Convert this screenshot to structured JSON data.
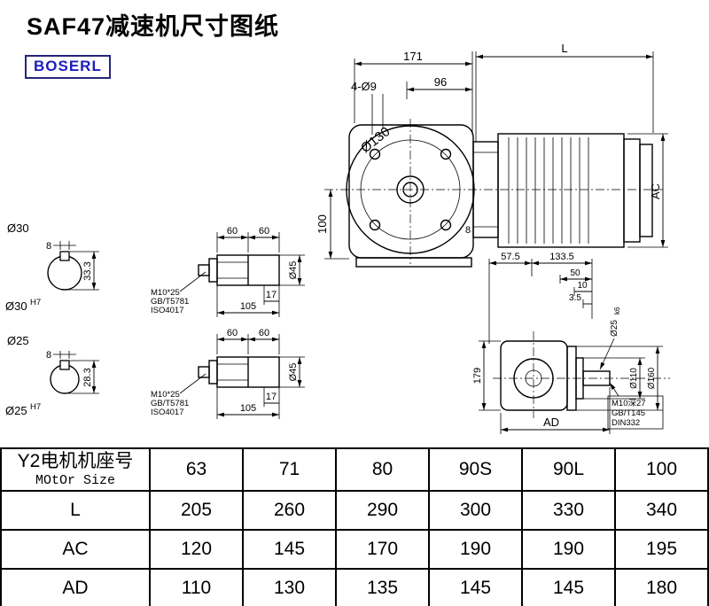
{
  "title": "SAF47减速机尺寸图纸",
  "logo": "BOSERL",
  "front_view": {
    "dim_171": "171",
    "dim_L": "L",
    "dim_96": "96",
    "label_holes": "4-Ø9",
    "label_d130": "Ø130",
    "dim_100": "100",
    "dim_AC": "AC",
    "dim_8": "8"
  },
  "shaft_section_1": {
    "d": "Ø30",
    "key_w": "8",
    "key_h": "33.3",
    "fit": "Ø30",
    "fit_sup": "H7"
  },
  "shaft_section_2": {
    "d": "Ø25",
    "key_w": "8",
    "key_h": "28.3",
    "fit": "Ø25",
    "fit_sup": "H7"
  },
  "shaft_view_1": {
    "dim_60a": "60",
    "dim_60b": "60",
    "dim_17": "17",
    "dim_105": "105",
    "dim_d45": "Ø45",
    "note_1": "M10*25",
    "note_2": "GB/T5781",
    "note_3": "ISO4017"
  },
  "shaft_view_2": {
    "dim_60a": "60",
    "dim_60b": "60",
    "dim_17": "17",
    "dim_105": "105",
    "dim_d45": "Ø45",
    "note_1": "M10*25",
    "note_2": "GB/T5781",
    "note_3": "ISO4017"
  },
  "side_view": {
    "dim_57_5": "57.5",
    "dim_133_5": "133.5",
    "dim_50": "50",
    "dim_10": "10",
    "dim_3_5": "3.5",
    "shaft_d": "Ø25",
    "shaft_d_tol": "k6",
    "dim_179": "179",
    "dim_d110": "Ø110",
    "dim_d160": "Ø160",
    "dim_AD": "AD",
    "note_1": "M10深27",
    "note_2": "GB/T145",
    "note_3": "DIN332"
  },
  "table": {
    "col0_header_line1": "Y2电机机座号",
    "col0_header_line2": "MOtOr Size",
    "sizes": [
      "63",
      "71",
      "80",
      "90S",
      "90L",
      "100"
    ],
    "rows": [
      {
        "label": "L",
        "values": [
          "205",
          "260",
          "290",
          "300",
          "330",
          "340"
        ]
      },
      {
        "label": "AC",
        "values": [
          "120",
          "145",
          "170",
          "190",
          "190",
          "195"
        ]
      },
      {
        "label": "AD",
        "values": [
          "110",
          "130",
          "135",
          "145",
          "145",
          "180"
        ]
      }
    ]
  }
}
